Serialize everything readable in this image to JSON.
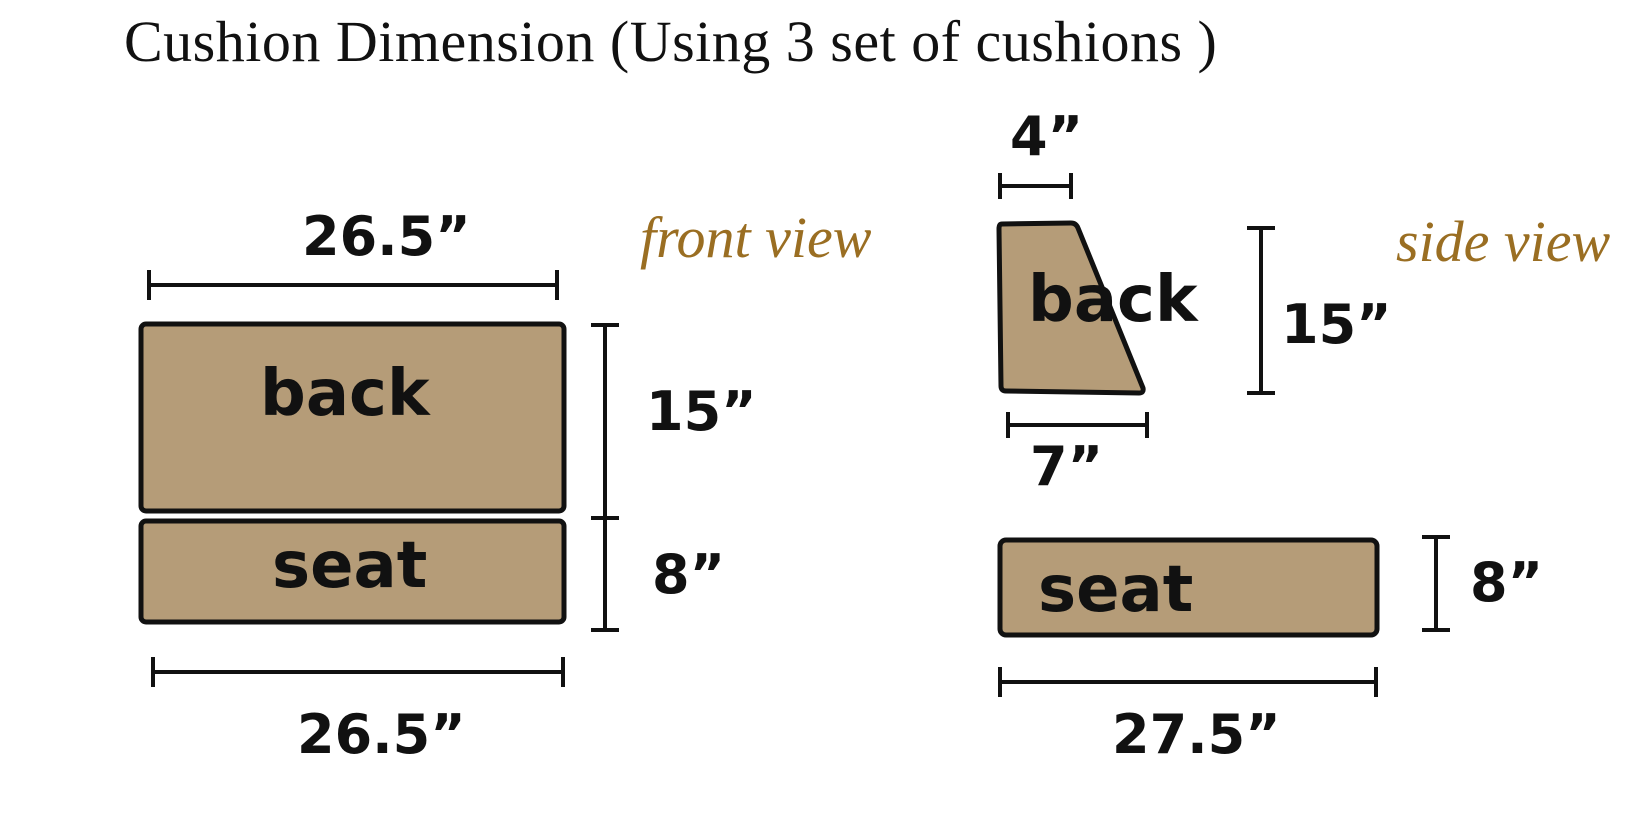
{
  "title": "Cushion Dimension (Using 3 set of cushions )",
  "colors": {
    "cushion_fill": "#b59c78",
    "outline": "#111111",
    "view_label": "#9a6e22"
  },
  "front_view": {
    "label": "front view",
    "back": {
      "label": "back",
      "width": "26.5”",
      "height": "15”"
    },
    "seat": {
      "label": "seat",
      "width": "26.5”",
      "height": "8”"
    }
  },
  "side_view": {
    "label": "side view",
    "back": {
      "label": "back",
      "top_depth": "4”",
      "bottom_depth": "7”",
      "height": "15”"
    },
    "seat": {
      "label": "seat",
      "depth": "27.5”",
      "height": "8”"
    }
  }
}
